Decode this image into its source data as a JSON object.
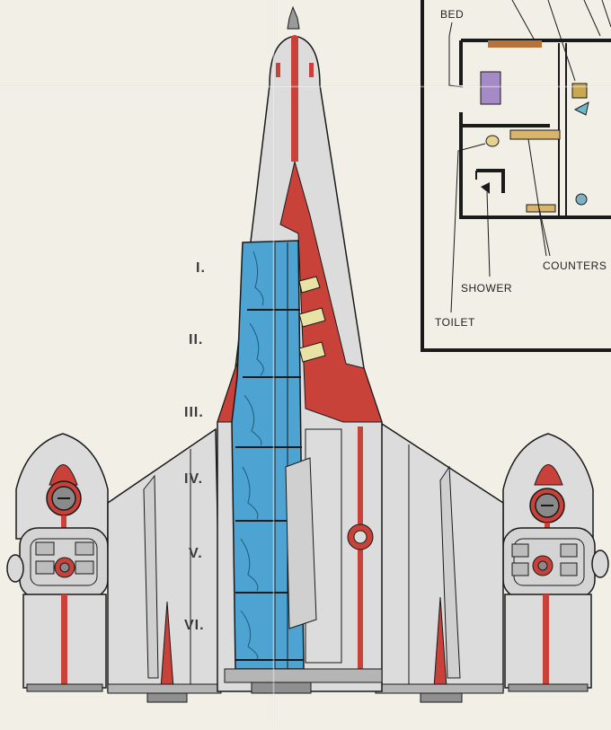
{
  "deck_labels": [
    "I.",
    "II.",
    "III.",
    "IV.",
    "V.",
    "VI."
  ],
  "floorplan": {
    "bed": "BED",
    "counters": "COUNTERS",
    "shower": "SHOWER",
    "toilet": "TOILET"
  },
  "colors": {
    "paper": "#f1efe6",
    "hull": "#dcdcdc",
    "stripe": "#c8423a",
    "window": "#4da3d1",
    "ink": "#1a1a1a",
    "bed": "#a58bc6",
    "counter": "#d8b56a"
  }
}
